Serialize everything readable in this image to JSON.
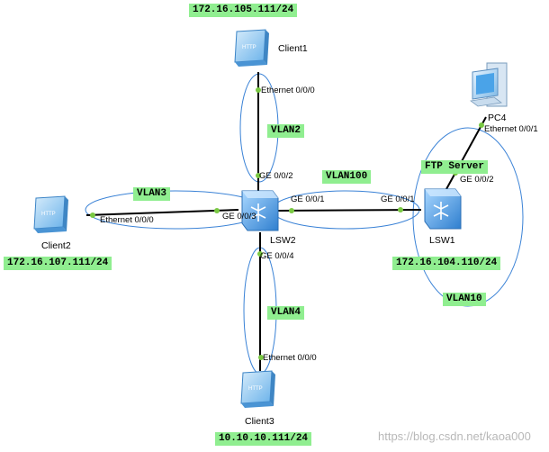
{
  "devices": {
    "client1": {
      "name": "Client1",
      "ip": "172.16.105.111/24",
      "badge": "HTTP"
    },
    "client2": {
      "name": "Client2",
      "ip": "172.16.107.111/24",
      "badge": "HTTP"
    },
    "client3": {
      "name": "Client3",
      "ip": "10.10.10.111/24",
      "badge": "HTTP"
    },
    "lsw1": {
      "name": "LSW1",
      "ip": "172.16.104.110/24"
    },
    "lsw2": {
      "name": "LSW2"
    },
    "pc4": {
      "name": "PC4"
    }
  },
  "vlans": {
    "vlan2": "VLAN2",
    "vlan3": "VLAN3",
    "vlan4": "VLAN4",
    "vlan10": "VLAN10",
    "vlan100": "VLAN100"
  },
  "server_label": "FTP Server",
  "ports": {
    "client1_eth": "Ethernet 0/0/0",
    "lsw2_ge002": "GE 0/0/2",
    "client2_eth": "Ethernet 0/0/0",
    "lsw2_ge003": "GE 0/0/3",
    "lsw2_ge001": "GE 0/0/1",
    "lsw1_ge001": "GE 0/0/1",
    "lsw2_ge004": "GE 0/0/4",
    "client3_eth": "Ethernet 0/0/0",
    "lsw1_ge002": "GE 0/0/2",
    "pc4_eth": "Ethernet 0/0/1"
  },
  "watermark": "https://blog.csdn.net/kaoa000",
  "colors": {
    "link": "#000000",
    "vlan_outline": "#3a82d6",
    "port_dot": "#7ac943",
    "label_bg": "#90ee90",
    "switch_blue": "#3b8fd9",
    "client_blue": "#5aa8e6"
  },
  "icons": {
    "client": "http-client-icon",
    "switch": "switch-icon",
    "pc": "pc-icon"
  }
}
